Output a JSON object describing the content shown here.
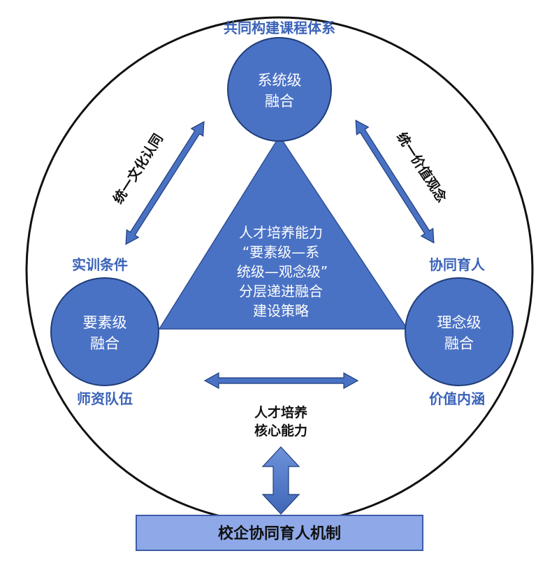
{
  "top_label": "共同构建课程体系",
  "nodes": {
    "system": {
      "line1": "系统级",
      "line2": "融合"
    },
    "element": {
      "line1": "要素级",
      "line2": "融合"
    },
    "concept": {
      "line1": "理念级",
      "line2": "融合"
    }
  },
  "side_labels": {
    "upper_left": "实训条件",
    "lower_left": "师资队伍",
    "upper_right": "协同育人",
    "lower_right": "价值内涵"
  },
  "arrow_labels": {
    "left": "统一文化认同",
    "right": "统一价值观念"
  },
  "center_text": {
    "line1": "人才培养能力",
    "line2": "“要素级—系",
    "line3": "统级—观念级”",
    "line4": "分层递进融合",
    "line5": "建设策略"
  },
  "core": {
    "line1": "人才培养",
    "line2": "核心能力"
  },
  "bottom_bar": "校企协同育人机制",
  "colors": {
    "primary": "#4A72C4",
    "dark_border": "#1F3D7A",
    "label_blue": "#3A62B8",
    "bar_fill": "#8FA8E8"
  }
}
